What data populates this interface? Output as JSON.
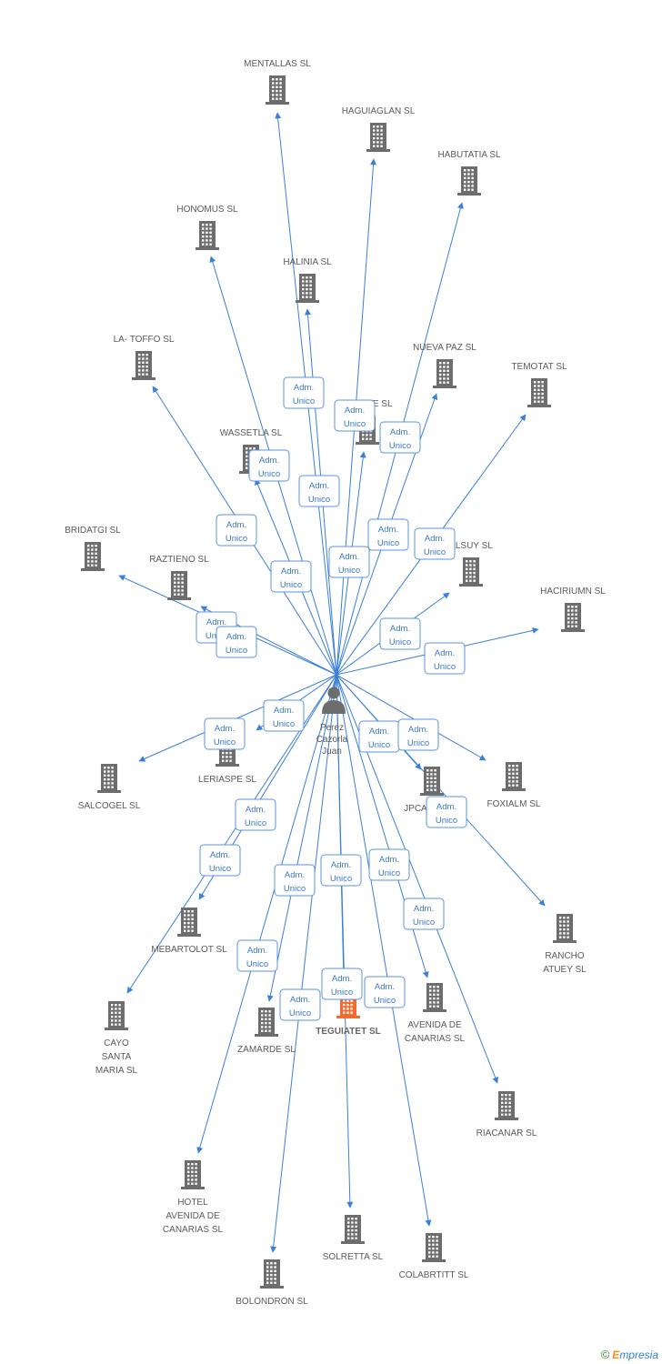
{
  "center": {
    "name": [
      "Perez",
      "Cazorla",
      "Juan"
    ],
    "icon": "person-icon"
  },
  "colors": {
    "line": "#3a7fd8",
    "building": "#6d6d6d",
    "highlight": "#f26a2e",
    "badge_border": "#5b93dd"
  },
  "relation_label": [
    "Adm.",
    "Unico"
  ],
  "companies": [
    {
      "name": [
        "MENTALLAS SL"
      ],
      "icon": "building-icon"
    },
    {
      "name": [
        "HAGUIAGLAN SL"
      ],
      "icon": "building-icon"
    },
    {
      "name": [
        "HABUTATIA SL"
      ],
      "icon": "building-icon"
    },
    {
      "name": [
        "HONOMUS SL"
      ],
      "icon": "building-icon"
    },
    {
      "name": [
        "HALINIA SL"
      ],
      "icon": "building-icon"
    },
    {
      "name": [
        "LA- TOFFO SL"
      ],
      "icon": "building-icon"
    },
    {
      "name": [
        "NUEVA PAZ SL"
      ],
      "icon": "building-icon"
    },
    {
      "name": [
        "TEMOTAT SL"
      ],
      "icon": "building-icon"
    },
    {
      "name": [
        "LOTERE SL"
      ],
      "icon": "building-icon"
    },
    {
      "name": [
        "WASSETLA SL"
      ],
      "icon": "building-icon"
    },
    {
      "name": [
        "BRIDATGI SL"
      ],
      "icon": "building-icon"
    },
    {
      "name": [
        "RAZTIENO SL"
      ],
      "icon": "building-icon"
    },
    {
      "name": [
        "ALSUY SL"
      ],
      "icon": "building-icon"
    },
    {
      "name": [
        "HACIRIUMN SL"
      ],
      "icon": "building-icon"
    },
    {
      "name": [
        "LERIASPE SL"
      ],
      "icon": "building-icon"
    },
    {
      "name": [
        "SALCOGEL SL"
      ],
      "icon": "building-icon"
    },
    {
      "name": [
        "JPCAZOR SL"
      ],
      "icon": "building-icon"
    },
    {
      "name": [
        "FOXIALM SL"
      ],
      "icon": "building-icon"
    },
    {
      "name": [
        "RANCHO",
        "ATUEY SL"
      ],
      "icon": "building-icon"
    },
    {
      "name": [
        "MEBARTOLOT SL"
      ],
      "icon": "building-icon"
    },
    {
      "name": [
        "CAYO",
        "SANTA",
        "MARIA SL"
      ],
      "icon": "building-icon"
    },
    {
      "name": [
        "ZAMARDE SL"
      ],
      "icon": "building-icon"
    },
    {
      "name": [
        "TEGUIATET SL"
      ],
      "icon": "building-icon",
      "highlight": true
    },
    {
      "name": [
        "AVENIDA DE",
        "CANARIAS SL"
      ],
      "icon": "building-icon"
    },
    {
      "name": [
        "RIACANAR SL"
      ],
      "icon": "building-icon"
    },
    {
      "name": [
        "HOTEL",
        "AVENIDA DE",
        "CANARIAS SL"
      ],
      "icon": "building-icon"
    },
    {
      "name": [
        "SOLRETTA SL"
      ],
      "icon": "building-icon"
    },
    {
      "name": [
        "COLABRTITT SL"
      ],
      "icon": "building-icon"
    },
    {
      "name": [
        "BOLONDRON SL"
      ],
      "icon": "building-icon"
    }
  ],
  "footer": {
    "copyright": "©",
    "brand_first": "E",
    "brand_rest": "mpresia"
  }
}
